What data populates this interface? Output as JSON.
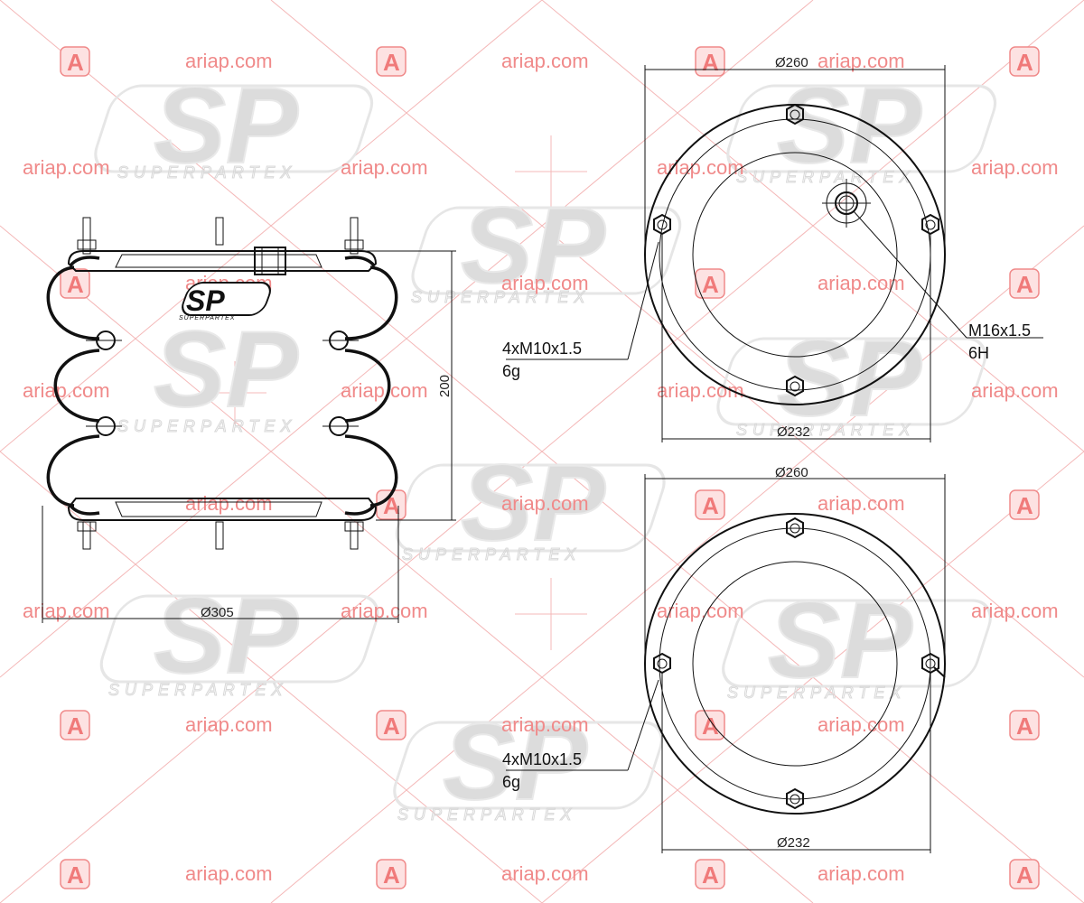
{
  "watermark": {
    "site": "ariap.com",
    "logo_letter": "A",
    "brand": "SP",
    "brand_sub": "SUPERPARTEX",
    "color": "#f08a8a"
  },
  "side_view": {
    "height_label": "200",
    "diameter_label": "Ø305",
    "logo_text": "SP",
    "logo_sub": "SUPERPARTEX"
  },
  "top_view": {
    "outer_diameter": "Ø260",
    "bolt_circle": "Ø232",
    "bolts_line1": "4xM10x1.5",
    "bolts_line2": "6g",
    "port_line1": "M16x1.5",
    "port_line2": "6H"
  },
  "bottom_view": {
    "outer_diameter": "Ø260",
    "bolt_circle": "Ø232",
    "bolts_line1": "4xM10x1.5",
    "bolts_line2": "6g"
  }
}
